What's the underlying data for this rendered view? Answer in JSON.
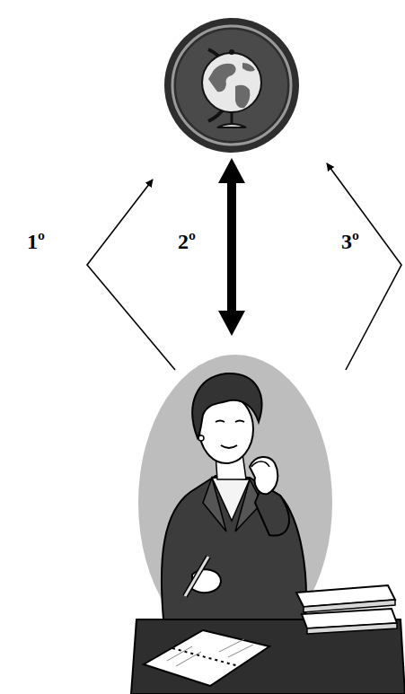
{
  "diagram": {
    "labels": [
      "1º",
      "2º",
      "3º"
    ]
  }
}
